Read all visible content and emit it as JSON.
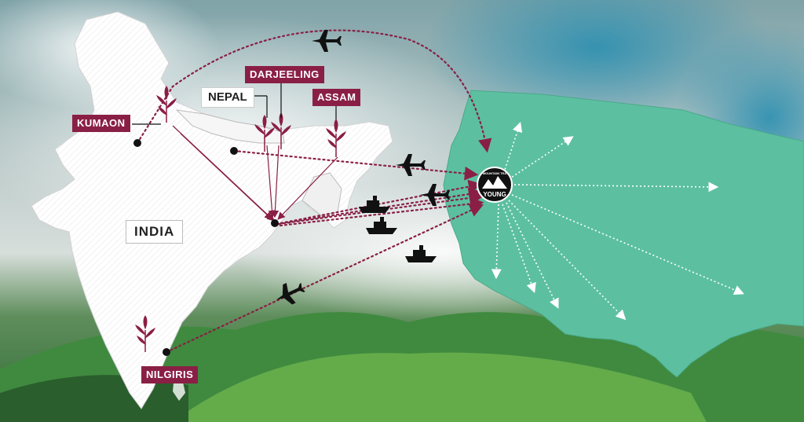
{
  "labels": {
    "india": "INDIA",
    "nepal": "NEPAL",
    "kumaon": "KUMAON",
    "darjeeling": "DARJEELING",
    "assam": "ASSAM",
    "nilgiris": "NILGIRIS"
  },
  "logo": {
    "main_text": "YOUNG",
    "sub_text": "MOUNTAIN TEA"
  },
  "colors": {
    "label_bg": "#8a1f45",
    "route": "#8a1f45",
    "destination_fill": "#5cc0a0",
    "india_fill": "#ffffff",
    "distribution_arrows": "#ffffff"
  },
  "icons": [
    "airplane-icon",
    "ship-icon",
    "tea-plant-icon",
    "young-mountain-tea-logo-icon"
  ]
}
